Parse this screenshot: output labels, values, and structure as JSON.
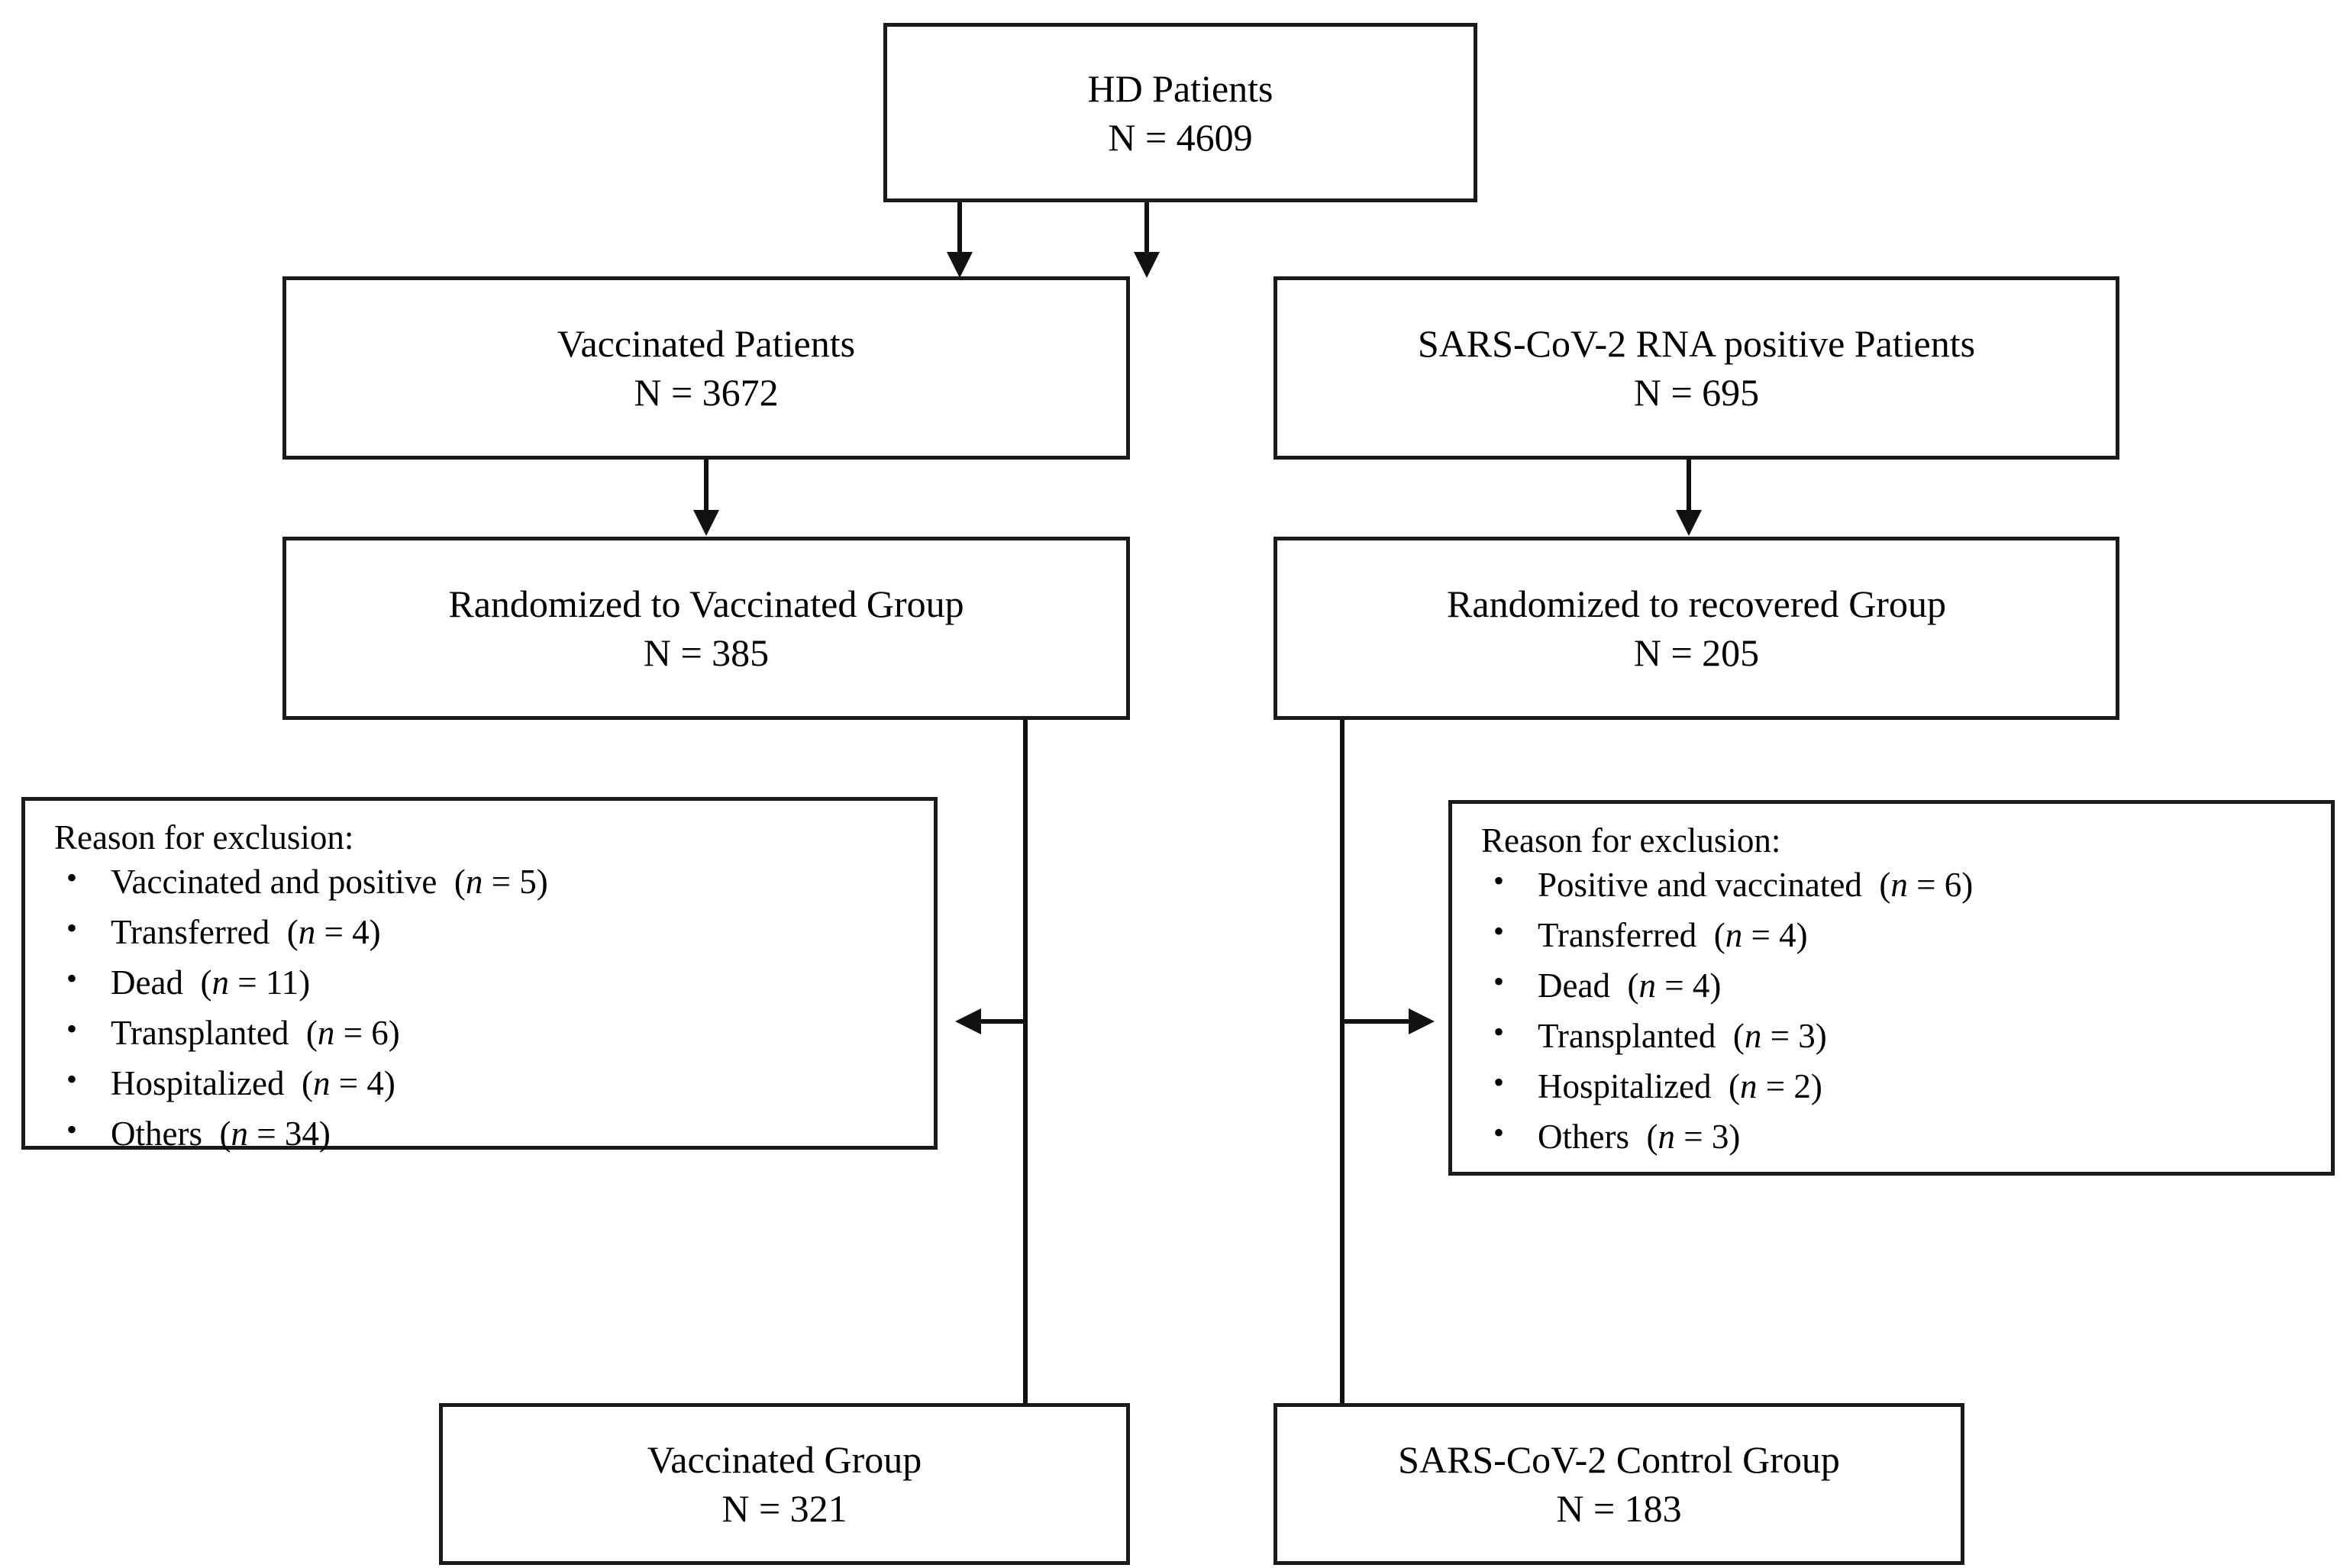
{
  "diagram": {
    "type": "flowchart",
    "title": "Patient selection flow diagram",
    "nodes": {
      "root": {
        "label": "HD Patients",
        "count": "N = 4609"
      },
      "vaccinated_patients": {
        "label": "Vaccinated Patients",
        "count": "N = 3672"
      },
      "positive_patients": {
        "label": "SARS-CoV-2 RNA positive Patients",
        "count": "N = 695"
      },
      "randomized_vaccinated": {
        "label": "Randomized to Vaccinated Group",
        "count": "N = 385"
      },
      "randomized_recovered": {
        "label": "Randomized to recovered Group",
        "count": "N = 205"
      },
      "vaccinated_group": {
        "label": "Vaccinated Group",
        "count": "N = 321"
      },
      "control_group": {
        "label": "SARS-CoV-2 Control Group",
        "count": "N = 183"
      }
    },
    "exclusions_left": {
      "heading": "Reason for exclusion:",
      "items": [
        {
          "reason": "Vaccinated and positive",
          "n_label": "n",
          "eq": "=",
          "n": "5"
        },
        {
          "reason": "Transferred",
          "n_label": "n",
          "eq": "=",
          "n": "4"
        },
        {
          "reason": "Dead",
          "n_label": "n",
          "eq": "=",
          "n": "11"
        },
        {
          "reason": "Transplanted",
          "n_label": "n",
          "eq": "=",
          "n": "6"
        },
        {
          "reason": "Hospitalized",
          "n_label": "n",
          "eq": "=",
          "n": "4"
        },
        {
          "reason": "Others",
          "n_label": "n",
          "eq": "=",
          "n": "34"
        }
      ]
    },
    "exclusions_right": {
      "heading": "Reason for exclusion:",
      "items": [
        {
          "reason": "Positive and vaccinated",
          "n_label": "n",
          "eq": "=",
          "n": "6"
        },
        {
          "reason": "Transferred",
          "n_label": "n",
          "eq": "=",
          "n": "4"
        },
        {
          "reason": "Dead",
          "n_label": "n",
          "eq": "=",
          "n": "4"
        },
        {
          "reason": "Transplanted",
          "n_label": "n",
          "eq": "=",
          "n": "3"
        },
        {
          "reason": "Hospitalized",
          "n_label": "n",
          "eq": "=",
          "n": "2"
        },
        {
          "reason": "Others",
          "n_label": "n",
          "eq": "=",
          "n": "3"
        }
      ]
    },
    "colors": {
      "border": "#1a1a1a",
      "connector": "#111111",
      "background": "#ffffff",
      "text": "#000000"
    }
  }
}
